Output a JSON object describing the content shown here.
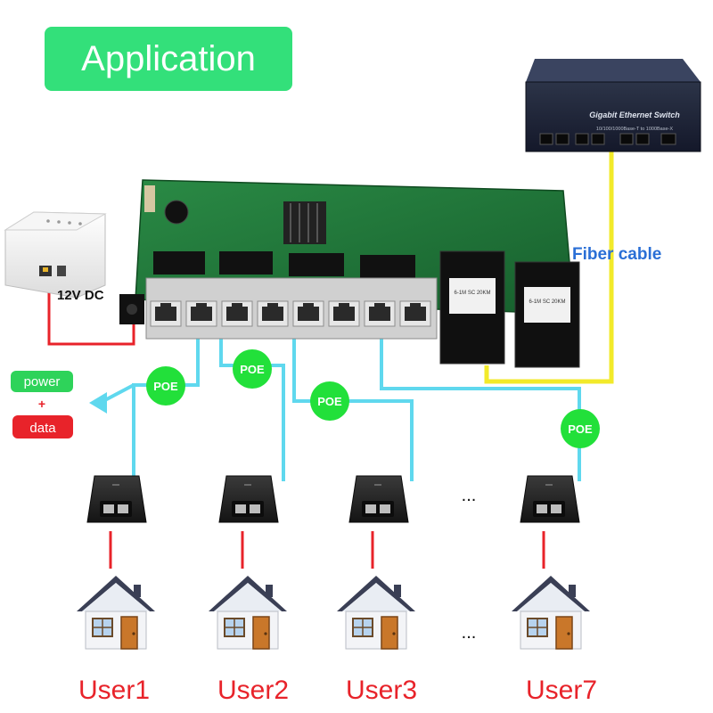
{
  "header": {
    "title": "Application"
  },
  "labels": {
    "dc": "12V DC",
    "fiber": "Fiber cable",
    "power": "power",
    "plus": "+",
    "data": "data",
    "poe": "POE",
    "ellipsis": "...",
    "switch_brand": "Gigabit Ethernet Switch",
    "switch_spec": "10/100/1000Base-T to 1000Base-X",
    "sfp_label": "6-1M SC 20KM"
  },
  "users": [
    "User1",
    "User2",
    "User3",
    "User7"
  ],
  "colors": {
    "header_bg": "#33e07a",
    "poe_bubble": "#22e03a",
    "poe_wire": "#5fd8ee",
    "fiber_wire": "#f2ea2a",
    "power_wire": "#e8232a",
    "user_text": "#e8232a",
    "fiber_text": "#2a6fd6",
    "data_bg": "#e8232a",
    "power_bg": "#2ed35a",
    "pcb": "#1f7a3a",
    "switch_body": "#1d2233"
  }
}
